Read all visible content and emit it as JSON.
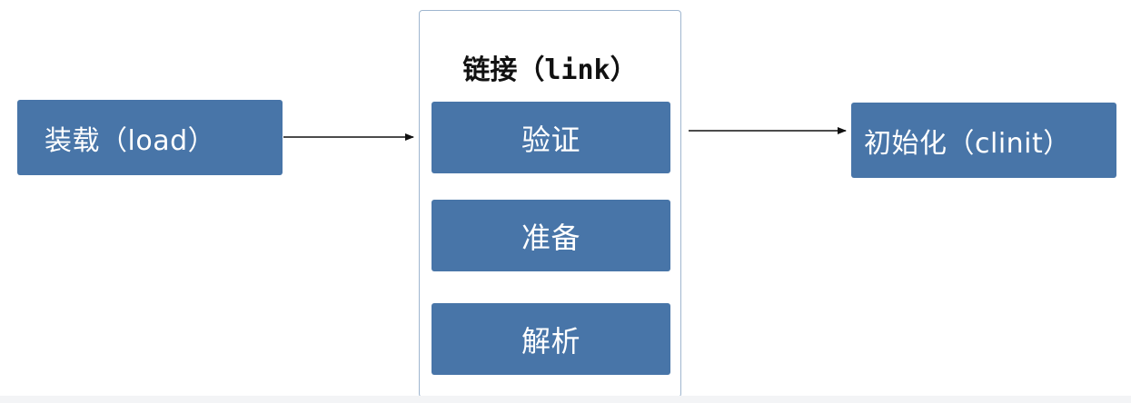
{
  "diagram": {
    "load": {
      "label": "装载（load）"
    },
    "link": {
      "title": "链接（link）",
      "steps": [
        {
          "label": "验证"
        },
        {
          "label": "准备"
        },
        {
          "label": "解析"
        }
      ]
    },
    "init": {
      "label": "初始化（clinit）"
    }
  },
  "colors": {
    "node_fill": "#4875a8",
    "node_text": "#ffffff",
    "group_border": "#9fb6cf",
    "arrow": "#111111",
    "title_text": "#111111"
  }
}
